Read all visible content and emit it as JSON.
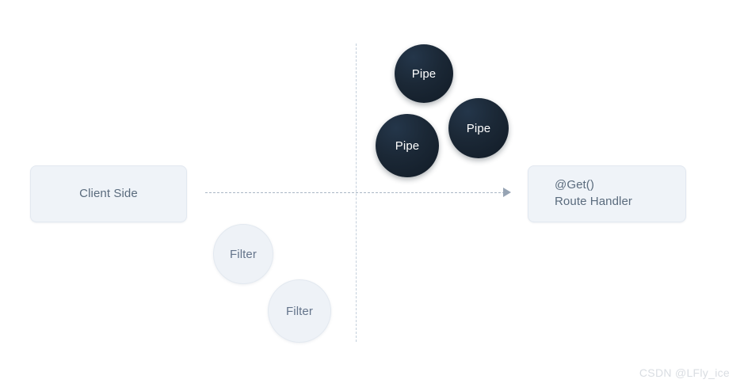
{
  "diagram": {
    "background_color": "#ffffff",
    "boxes": [
      {
        "id": "client-side",
        "label": "Client Side",
        "fill_color": "#eff3f8",
        "text_color": "#5a6b7d"
      },
      {
        "id": "route-handler",
        "label": "@Get()\nRoute Handler",
        "fill_color": "#eff3f8",
        "text_color": "#5a6b7d"
      }
    ],
    "pipes": [
      {
        "label": "Pipe"
      },
      {
        "label": "Pipe"
      },
      {
        "label": "Pipe"
      }
    ],
    "filters": [
      {
        "label": "Filter"
      },
      {
        "label": "Filter"
      }
    ],
    "pipe_color": "#1b2836",
    "pipe_text_color": "#ffffff",
    "filter_color": "#eef2f7",
    "filter_text_color": "#64748b",
    "connector_color": "#aab6c4",
    "divider_color": "#c4cfdb"
  },
  "watermark": {
    "text": "CSDN @LFly_ice",
    "color": "#d9dde2"
  }
}
